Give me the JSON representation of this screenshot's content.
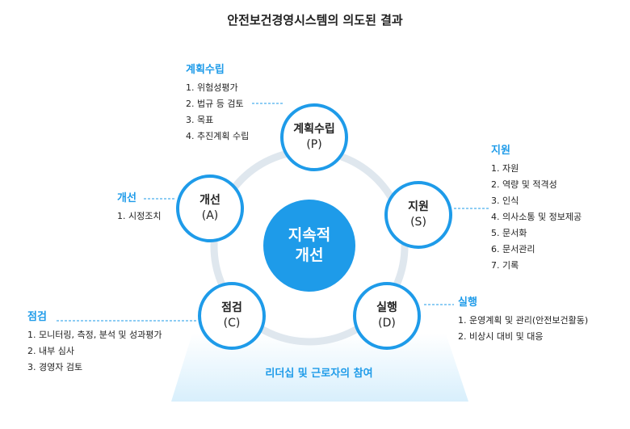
{
  "title": "안전보건경영시스템의 의도된 결과",
  "center": {
    "line1": "지속적",
    "line2": "개선"
  },
  "nodes": {
    "plan": {
      "name": "계획수립",
      "abbr": "(P)"
    },
    "support": {
      "name": "지원",
      "abbr": "(S)"
    },
    "do": {
      "name": "실행",
      "abbr": "(D)"
    },
    "check": {
      "name": "점검",
      "abbr": "(C)"
    },
    "act": {
      "name": "개선",
      "abbr": "(A)"
    }
  },
  "groups": {
    "plan": {
      "heading": "계획수립",
      "items": [
        "1. 위험성평가",
        "2. 법규 등 검토",
        "3. 목표",
        "4. 추진계획 수립"
      ]
    },
    "support": {
      "heading": "지원",
      "items": [
        "1. 자원",
        "2. 역량 및 적격성",
        "3. 인식",
        "4. 의사소통 및 정보제공",
        "5. 문서화",
        "6. 문서관리",
        "7. 기록"
      ]
    },
    "do": {
      "heading": "실행",
      "items": [
        "1. 운영계획 및 관리(안전보건활동)",
        "2. 비상시 대비 및 대응"
      ]
    },
    "check": {
      "heading": "점검",
      "items": [
        "1. 모니터링, 측정, 분석 및 성과평가",
        "2. 내부 심사",
        "3. 경영자 검토"
      ]
    },
    "act": {
      "heading": "개선",
      "items": [
        "1. 시정조치"
      ]
    }
  },
  "base_label": "리더십 및 근로자의 참여",
  "colors": {
    "accent": "#1e9be9",
    "ring": "#dfe7ee",
    "platform": "#dff2fc"
  }
}
